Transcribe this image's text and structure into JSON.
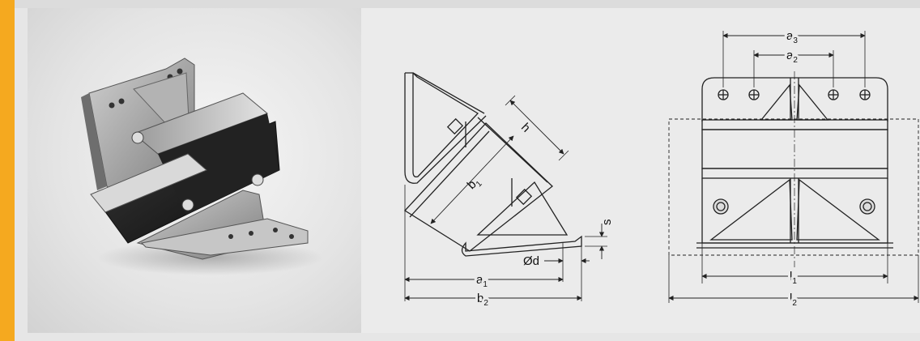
{
  "colors": {
    "accent": "#f5a91f",
    "background": "#e6e6e6",
    "line": "#222222"
  },
  "dimensions": {
    "a1": {
      "main": "a",
      "sub": "1"
    },
    "a2": {
      "main": "a",
      "sub": "2"
    },
    "a3": {
      "main": "a",
      "sub": "3"
    },
    "b1": {
      "main": "b",
      "sub": "1"
    },
    "b2": {
      "main": "b",
      "sub": "2"
    },
    "h": {
      "main": "h"
    },
    "s": {
      "main": "s"
    },
    "d": {
      "main": "Ød"
    },
    "l1": {
      "main": "l",
      "sub": "1"
    },
    "l2": {
      "main": "l",
      "sub": "2"
    }
  }
}
